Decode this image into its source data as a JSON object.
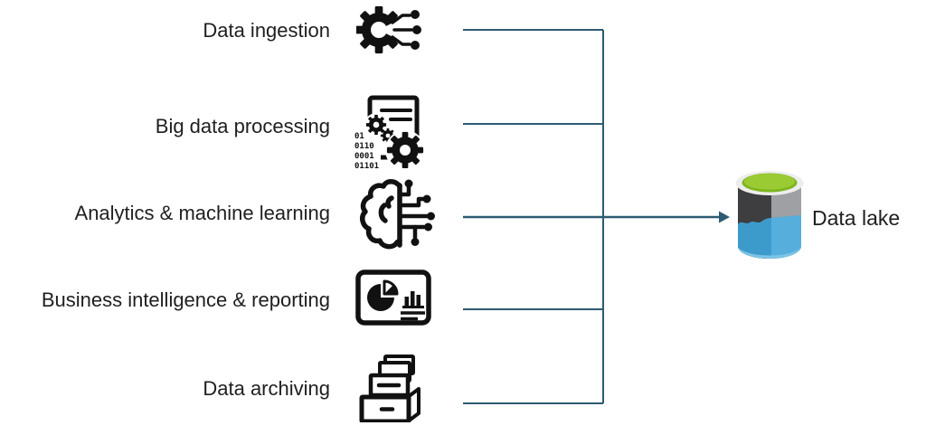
{
  "rows": [
    {
      "label": "Data ingestion",
      "icon": "data-ingestion-icon"
    },
    {
      "label": "Big data processing",
      "icon": "big-data-processing-icon",
      "binary_lines": [
        "01",
        "0110",
        "0001",
        "01101"
      ]
    },
    {
      "label": "Analytics & machine learning",
      "icon": "analytics-machine-learning-icon"
    },
    {
      "label": "Business intelligence & reporting",
      "icon": "business-intelligence-reporting-icon"
    },
    {
      "label": "Data archiving",
      "icon": "data-archiving-icon"
    }
  ],
  "target": {
    "label": "Data lake",
    "icon": "data-lake-cylinder-icon"
  },
  "colors": {
    "connector": "#2D5B72",
    "icon_ink": "#111111",
    "text": "#1F1F1F",
    "lake_green": "#9ACB33",
    "lake_green_dark": "#7EB521",
    "lake_gray_dark": "#3E3E40",
    "lake_gray_light": "#9EA0A3",
    "lake_blue": "#3C9BCB",
    "lake_blue_light": "#55AEDC"
  }
}
